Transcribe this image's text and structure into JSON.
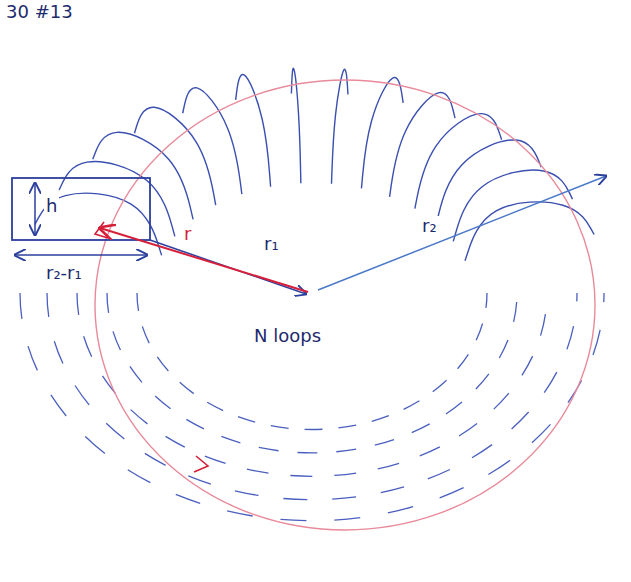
{
  "diagram": {
    "labels": [
      "30 #13",
      "h",
      "r₂-r₁",
      "r",
      "r₁",
      "r₂",
      "N loops"
    ]
  }
}
